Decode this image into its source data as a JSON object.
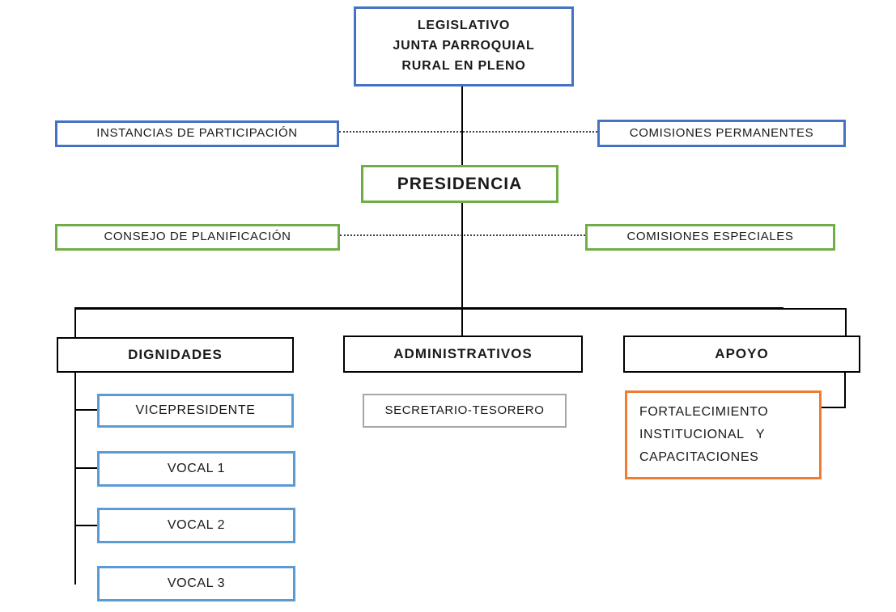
{
  "colors": {
    "line": "#000000",
    "dotted": "#3f3f3f",
    "blue": "#4472C4",
    "green": "#70AD47",
    "black": "#000000",
    "lightblue": "#5B9BD5",
    "gray": "#A6A6A6",
    "orange": "#ED7D31"
  },
  "nodes": {
    "legislativo": {
      "label": "LEGISLATIVO\nJUNTA PARROQUIAL\nRURAL EN PLENO",
      "border_color": "#4472C4"
    },
    "instancias": {
      "label": "INSTANCIAS DE PARTICIPACIÓN",
      "border_color": "#4472C4"
    },
    "comisiones_permanentes": {
      "label": "COMISIONES PERMANENTES",
      "border_color": "#4472C4"
    },
    "presidencia": {
      "label": "PRESIDENCIA",
      "border_color": "#70AD47"
    },
    "consejo_planificacion": {
      "label": "CONSEJO DE PLANIFICACIÓN",
      "border_color": "#70AD47"
    },
    "comisiones_especiales": {
      "label": "COMISIONES ESPECIALES",
      "border_color": "#70AD47"
    },
    "dignidades": {
      "label": "DIGNIDADES",
      "border_color": "#000000"
    },
    "administrativos": {
      "label": "ADMINISTRATIVOS",
      "border_color": "#000000"
    },
    "apoyo": {
      "label": "APOYO",
      "border_color": "#000000"
    },
    "vicepresidente": {
      "label": "VICEPRESIDENTE",
      "border_color": "#5B9BD5"
    },
    "vocal_1": {
      "label": "VOCAL 1",
      "border_color": "#5B9BD5"
    },
    "vocal_2": {
      "label": "VOCAL 2",
      "border_color": "#5B9BD5"
    },
    "vocal_3": {
      "label": "VOCAL 3",
      "border_color": "#5B9BD5"
    },
    "secretario_tesorero": {
      "label": "SECRETARIO-TESORERO",
      "border_color": "#A6A6A6"
    },
    "fortalecimiento": {
      "label": "FORTALECIMIENTO\nINSTITUCIONAL   Y\nCAPACITACIONES",
      "border_color": "#ED7D31"
    }
  }
}
